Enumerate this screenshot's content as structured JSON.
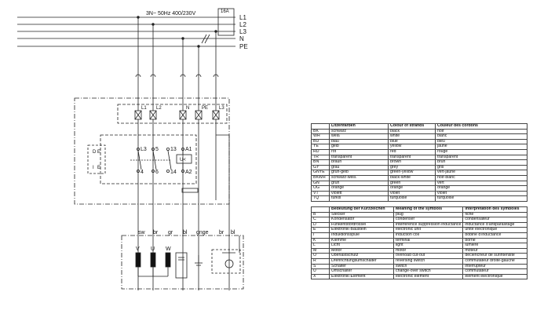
{
  "supply": {
    "label": "3N~ 50Hz 400/230V",
    "fuse": "16A",
    "lines": [
      "L1",
      "L2",
      "L3",
      "N",
      "PE"
    ]
  },
  "terminal_block": [
    "L1",
    "L2",
    "N",
    "PE",
    "L3"
  ],
  "contactor": {
    "left_block": [
      "D",
      "E",
      "I",
      "E"
    ],
    "top_terminals": [
      "L3",
      "5",
      "13",
      "A1"
    ],
    "bottom_terminals": [
      "4",
      "6",
      "14",
      "A2"
    ],
    "coil_label": "U<"
  },
  "output_wires": [
    "sw",
    "br",
    "gr",
    "bl",
    "gnge",
    "br",
    "bl"
  ],
  "motor_terminals": [
    "V",
    "U",
    "W"
  ],
  "wire_table": {
    "headers": [
      "",
      "Litzenfarben",
      "Colour of strands",
      "Couleur des cordons"
    ],
    "rows": [
      [
        "BK",
        "schwarz",
        "black",
        "noir"
      ],
      [
        "WH",
        "weiß",
        "white",
        "blanc"
      ],
      [
        "BU",
        "blau",
        "blue",
        "bleu"
      ],
      [
        "YE",
        "gelb",
        "yellow",
        "jaune"
      ],
      [
        "RD",
        "rot",
        "red",
        "rouge"
      ],
      [
        "TR",
        "transparent",
        "transparent",
        "transparent"
      ],
      [
        "BN",
        "braun",
        "brown",
        "brun"
      ],
      [
        "GY",
        "grau",
        "grey",
        "gris"
      ],
      [
        "GNYE",
        "grün-gelb",
        "green-yellow",
        "vert-jaune"
      ],
      [
        "BKWH",
        "schwarz-weiß",
        "black-white",
        "noir-blanc"
      ],
      [
        "GN",
        "grün",
        "green",
        "vert"
      ],
      [
        "OG",
        "orange",
        "orange",
        "orange"
      ],
      [
        "VT",
        "violett",
        "violet",
        "violet"
      ],
      [
        "TQ",
        "türkis",
        "turquoise",
        "turquoise"
      ]
    ]
  },
  "symbol_table": {
    "headers": [
      "",
      "Bedeutung der Kurzzeichen",
      "Meaning of the symbols",
      "Interprétation des symboles"
    ],
    "rows": [
      [
        "B",
        "Stecker",
        "plug",
        "fiche"
      ],
      [
        "C",
        "Kondensator",
        "condenser",
        "condensateur"
      ],
      [
        "D",
        "Funkentstördrossel",
        "interference suppression inductance",
        "inductance d'antiparasitage"
      ],
      [
        "E",
        "Elektronik-Baustein",
        "electronic unit",
        "unité électronique"
      ],
      [
        "I",
        "Induktionsspule",
        "induction coil",
        "bobine d'inductance"
      ],
      [
        "K",
        "Klemme",
        "terminal",
        "borne"
      ],
      [
        "L",
        "Licht",
        "light",
        "lumière"
      ],
      [
        "M",
        "Motor",
        "motor",
        "moteur"
      ],
      [
        "O",
        "Überlastschutz",
        "overload cut-out",
        "déclencheur de surintensité"
      ],
      [
        "R",
        "Drehrichtungsumschalter",
        "reversing switch",
        "commutateur droite-gauche"
      ],
      [
        "S",
        "Schalter",
        "switch",
        "interrupteur"
      ],
      [
        "U",
        "Umschalter",
        "change-over switch",
        "commutateur"
      ],
      [
        "X",
        "Elektronik-Element",
        "electronic element",
        "élément électronique"
      ]
    ]
  }
}
